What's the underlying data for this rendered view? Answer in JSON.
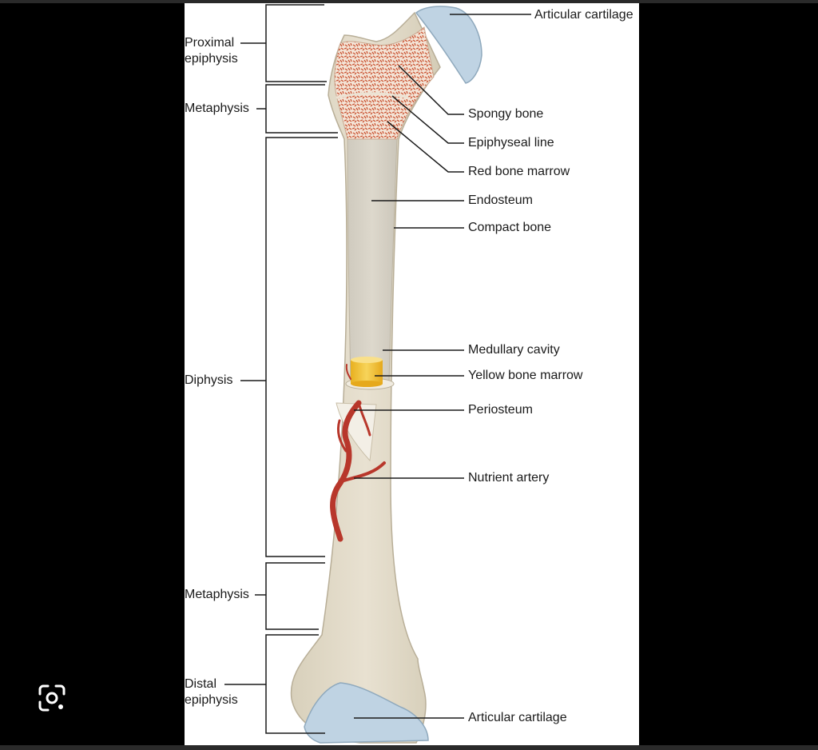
{
  "viewer": {
    "lens_button": {
      "icon": "visual-search-icon"
    }
  },
  "diagram": {
    "subject": "Anatomy of a long bone",
    "colors": {
      "bone": "#e3dccb",
      "bone_shadow": "#cfc7b2",
      "cartilage": "#bfd3e3",
      "marrow_spongy": "#c9502f",
      "yellow_marrow": "#f2c23a",
      "artery": "#c0392b",
      "line": "#1a1a1a"
    },
    "left_labels": {
      "proximal_epiphysis": [
        "Proximal",
        "epiphysis"
      ],
      "metaphysis_top": "Metaphysis",
      "diaphysis": "Diphysis",
      "metaphysis_bottom": "Metaphysis",
      "distal_epiphysis": [
        "Distal",
        "epiphysis"
      ]
    },
    "right_labels": {
      "articular_cartilage_top": "Articular cartilage",
      "spongy_bone": "Spongy bone",
      "epiphyseal_line": "Epiphyseal line",
      "red_bone_marrow": "Red bone marrow",
      "endosteum": "Endosteum",
      "compact_bone": "Compact bone",
      "medullary_cavity": "Medullary cavity",
      "yellow_bone_marrow": "Yellow bone marrow",
      "periosteum": "Periosteum",
      "nutrient_artery": "Nutrient artery",
      "articular_cartilage_bottom": "Articular cartilage"
    }
  }
}
